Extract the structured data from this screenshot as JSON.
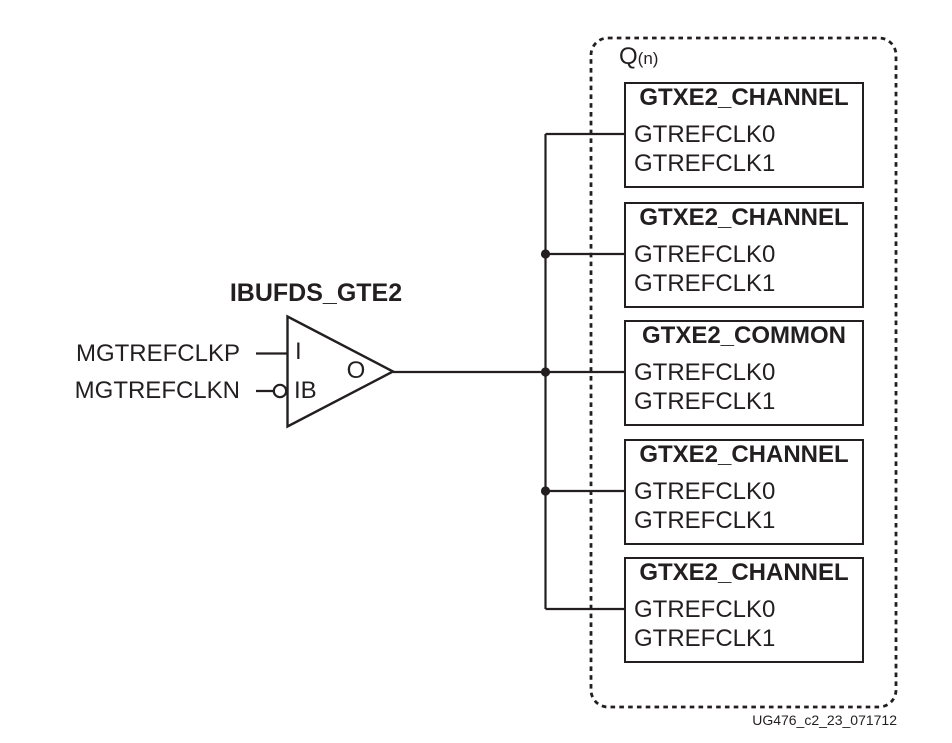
{
  "diagram": {
    "buffer": {
      "title": "IBUFDS_GTE2",
      "input_p_label": "MGTREFCLKP",
      "input_n_label": "MGTREFCLKN",
      "port_i_label": "I",
      "port_ib_label": "IB",
      "port_o_label": "O"
    },
    "quad": {
      "label": "Q",
      "label_subscript": "(n)"
    },
    "blocks": [
      {
        "title": "GTXE2_CHANNEL",
        "ports": [
          "GTREFCLK0",
          "GTREFCLK1"
        ]
      },
      {
        "title": "GTXE2_CHANNEL",
        "ports": [
          "GTREFCLK0",
          "GTREFCLK1"
        ]
      },
      {
        "title": "GTXE2_COMMON",
        "ports": [
          "GTREFCLK0",
          "GTREFCLK1"
        ]
      },
      {
        "title": "GTXE2_CHANNEL",
        "ports": [
          "GTREFCLK0",
          "GTREFCLK1"
        ]
      },
      {
        "title": "GTXE2_CHANNEL",
        "ports": [
          "GTREFCLK0",
          "GTREFCLK1"
        ]
      }
    ],
    "footer_note": "UG476_c2_23_071712",
    "colors": {
      "line": "#231f20",
      "background": "#ffffff"
    }
  }
}
